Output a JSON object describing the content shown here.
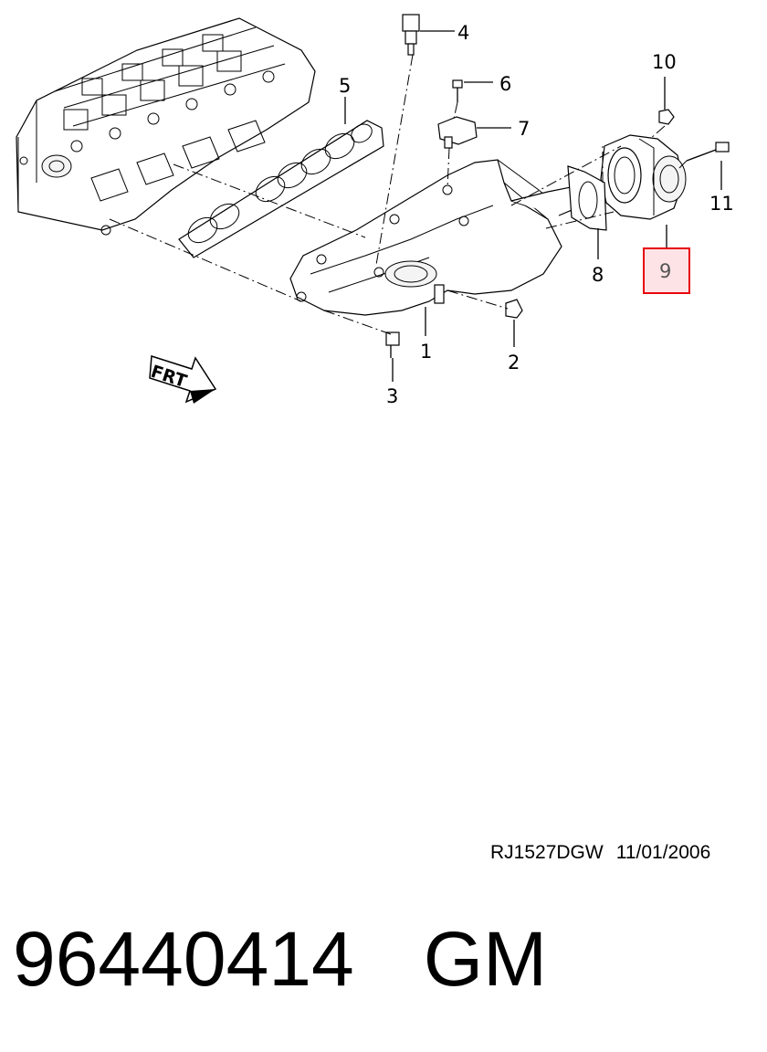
{
  "diagram": {
    "callouts": [
      "1",
      "2",
      "3",
      "4",
      "5",
      "6",
      "7",
      "8",
      "9",
      "10",
      "11"
    ],
    "highlighted_callout": "9",
    "front_marker": "FRT",
    "highlight_color": "#e8000b",
    "highlight_fill": "#fde3e6"
  },
  "footer": {
    "drawing_code": "RJ1527DGW",
    "drawing_date": "11/01/2006",
    "part_number": "96440414",
    "brand": "GM"
  }
}
